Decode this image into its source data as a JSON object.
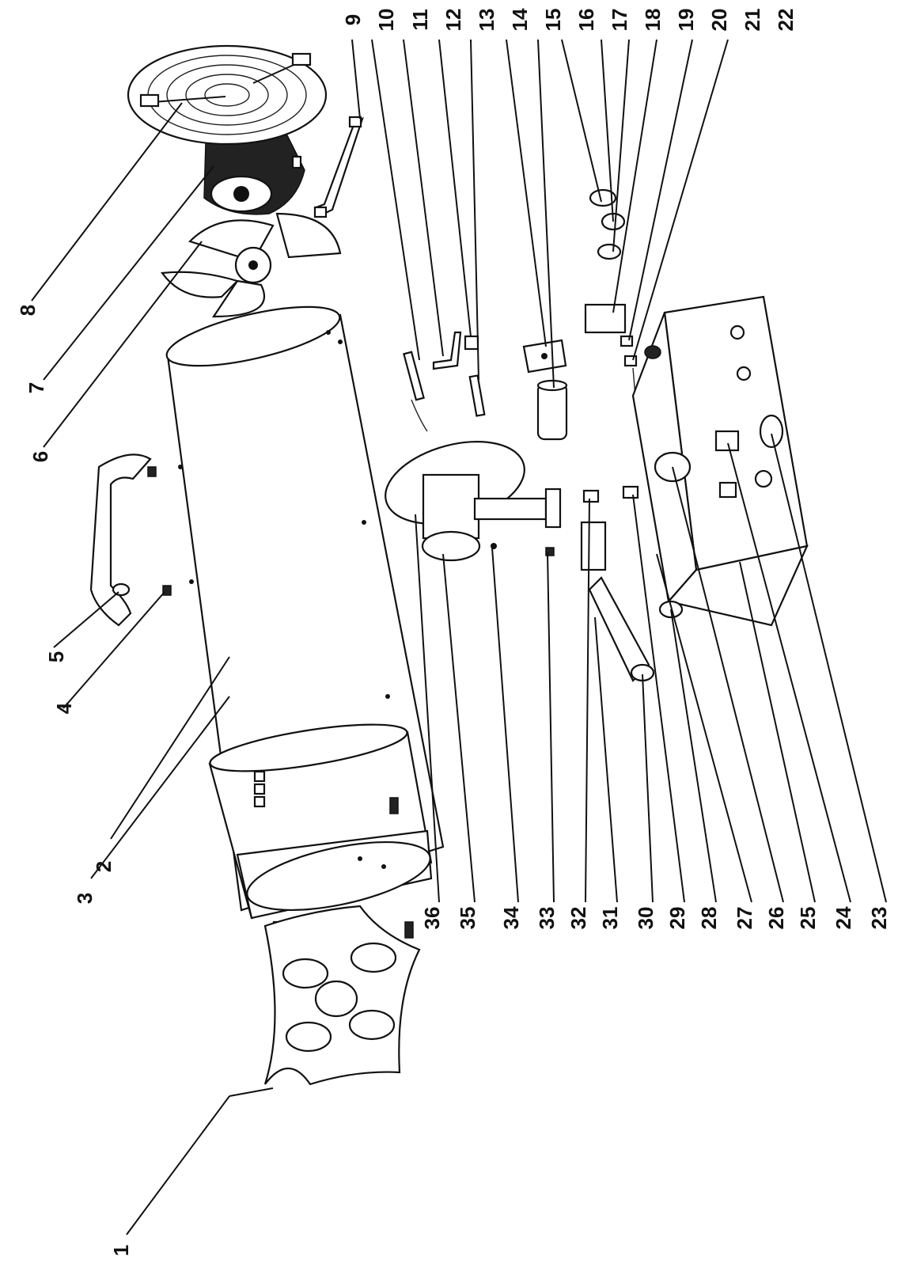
{
  "labels": {
    "p1": "1",
    "p2": "2",
    "p3": "3",
    "p4": "4",
    "p5": "5",
    "p6": "6",
    "p7": "7",
    "p8": "8",
    "p9": "9",
    "p10": "10",
    "p11": "11",
    "p12": "12",
    "p13": "13",
    "p14": "14",
    "p15": "15",
    "p16": "16",
    "p17": "17",
    "p18": "18",
    "p19": "19",
    "p20": "20",
    "p21": "21",
    "p22": "22",
    "p23": "23",
    "p24": "24",
    "p25": "25",
    "p26": "26",
    "p27": "27",
    "p28": "28",
    "p29": "29",
    "p30": "30",
    "p31": "31",
    "p32": "32",
    "p33": "33",
    "p34": "34",
    "p35": "35",
    "p36": "36"
  }
}
